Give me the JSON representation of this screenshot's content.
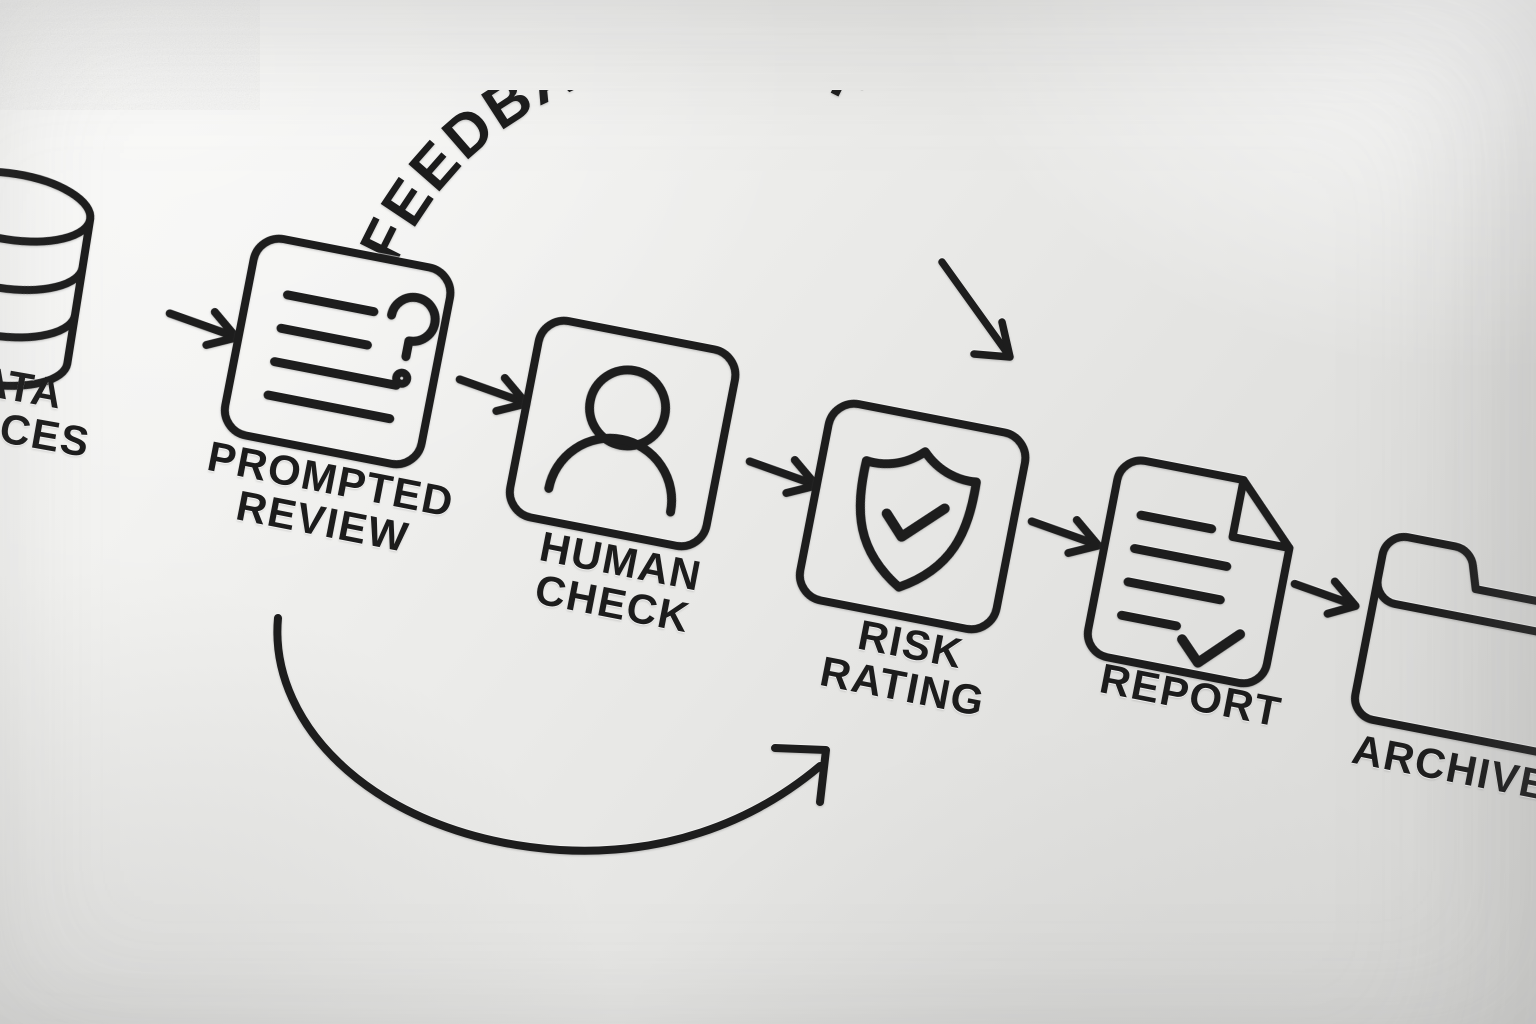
{
  "poster": {
    "title_curved": "FEEDBACK LOOP",
    "background_color": "#eaeae8",
    "ink_color": "#1d1d1d",
    "medium": "printed paper texture"
  },
  "flow": {
    "steps": [
      {
        "id": "data-sources",
        "icon": "database-cylinder-icon",
        "label_line1": "DATA",
        "label_line2": "SOURCES",
        "visible_label": "ATA\nURCES",
        "cropped": "left edge"
      },
      {
        "id": "prompted-review",
        "icon": "document-question-mark-icon",
        "label_line1": "PROMPTED",
        "label_line2": "REVIEW",
        "visible_label": "PROMPTED\nREVIEW",
        "cropped": "none"
      },
      {
        "id": "human-check",
        "icon": "person-in-square-icon",
        "label_line1": "HUMAN",
        "label_line2": "CHECK",
        "visible_label": "HUMAN\nCHECK",
        "cropped": "none"
      },
      {
        "id": "risk-rating",
        "icon": "shield-check-icon",
        "label_line1": "RISK",
        "label_line2": "RATING",
        "visible_label": "RISK\nRATING",
        "cropped": "none"
      },
      {
        "id": "report",
        "icon": "document-checkmark-icon",
        "label_line1": "REPORT",
        "label_line2": "",
        "visible_label": "REPORT",
        "cropped": "none"
      },
      {
        "id": "archive",
        "icon": "folder-icon",
        "label_line1": "ARCHIVE",
        "label_line2": "",
        "visible_label": "ARCHIVE",
        "cropped": "right edge"
      }
    ],
    "connectors": [
      {
        "id": "arrow-1",
        "from": "data-sources",
        "to": "prompted-review",
        "kind": "straight-arrow"
      },
      {
        "id": "arrow-2",
        "from": "prompted-review",
        "to": "human-check",
        "kind": "straight-arrow"
      },
      {
        "id": "arrow-3",
        "from": "human-check",
        "to": "risk-rating",
        "kind": "straight-arrow"
      },
      {
        "id": "arrow-4",
        "from": "risk-rating",
        "to": "report",
        "kind": "straight-arrow"
      },
      {
        "id": "arrow-5",
        "from": "report",
        "to": "archive",
        "kind": "straight-arrow"
      }
    ],
    "loops": [
      {
        "id": "feedback-loop-top",
        "label": "FEEDBACK LOOP",
        "kind": "curved-arrow",
        "direction": "left-to-right, arrowhead down-right"
      },
      {
        "id": "feedback-loop-bottom",
        "label": "",
        "kind": "curved-arrow",
        "direction": "left-to-right sweeping below, arrowhead up-right toward risk-rating"
      }
    ]
  }
}
